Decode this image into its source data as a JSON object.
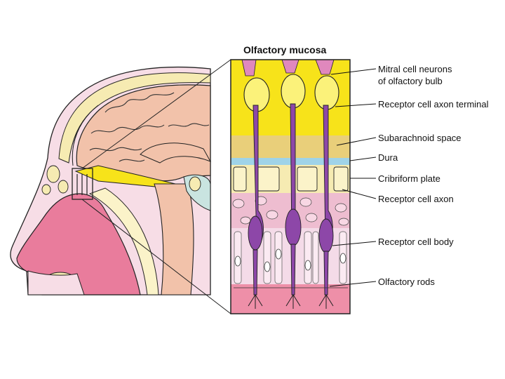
{
  "title": "Olfactory mucosa",
  "labels": [
    {
      "id": "mitral",
      "lines": [
        "Mitral cell neurons",
        "of olfactory bulb"
      ]
    },
    {
      "id": "terminal",
      "lines": [
        "Receptor cell axon terminal"
      ]
    },
    {
      "id": "subarachnoid",
      "lines": [
        "Subarachnoid space"
      ]
    },
    {
      "id": "dura",
      "lines": [
        "Dura"
      ]
    },
    {
      "id": "cribriform",
      "lines": [
        "Cribriform plate"
      ]
    },
    {
      "id": "axon",
      "lines": [
        "Receptor cell axon"
      ]
    },
    {
      "id": "body",
      "lines": [
        "Receptor cell body"
      ]
    },
    {
      "id": "rods",
      "lines": [
        "Olfactory rods"
      ]
    }
  ],
  "colors": {
    "bulb_yellow": "#f7e31a",
    "subarachnoid": "#e9cf7a",
    "dura": "#9fd3e8",
    "bone": "#f6ebb2",
    "axon_pink": "#eebdd0",
    "epithelium": "#f4dbe8",
    "rods_pink": "#ee8fa8",
    "neuron_purple": "#8d47a8",
    "mitral_pink": "#e088bd",
    "nose_pink": "#e97c9c",
    "brain_salmon": "#f2c2aa",
    "skin": "#f7dde6"
  }
}
